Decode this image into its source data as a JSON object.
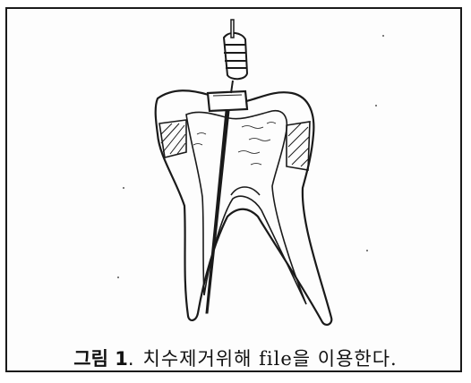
{
  "figure": {
    "label": "그림 1",
    "separator": ".",
    "caption": "치수제거위해 file을 이용한다."
  },
  "colors": {
    "line": "#1a1a1a",
    "background": "#ffffff"
  },
  "icons": [
    "tooth-illustration",
    "endodontic-file-icon"
  ]
}
